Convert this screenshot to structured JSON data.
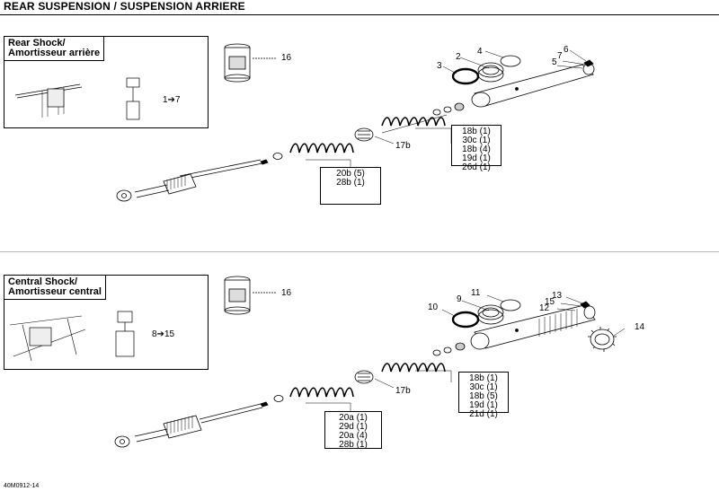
{
  "page": {
    "title": "REAR SUSPENSION / SUSPENSION ARRIERE",
    "footer_code": "40M0912-14"
  },
  "rear": {
    "inset_title_line1": "Rear Shock/",
    "inset_title_line2": "Amortisseur arrière",
    "inset_range": "1➔7",
    "part_labels": {
      "p16": "16",
      "p2": "2",
      "p3": "3",
      "p4": "4",
      "p5": "5",
      "p6": "6",
      "p7": "7",
      "p17b": "17b"
    },
    "box_a": [
      "18b (1)",
      "30c (1)",
      "18b (4)",
      "19d (1)",
      "26d (1)"
    ],
    "box_b": [
      "20b (5)",
      "28b (1)"
    ]
  },
  "central": {
    "inset_title_line1": "Central Shock/",
    "inset_title_line2": "Amortisseur central",
    "inset_range": "8➔15",
    "part_labels": {
      "p16": "16",
      "p9": "9",
      "p10": "10",
      "p11": "11",
      "p12": "12",
      "p13": "13",
      "p14": "14",
      "p15": "15",
      "p17b": "17b"
    },
    "box_a": [
      "18b (1)",
      "30c (1)",
      "18b (5)",
      "19d (1)",
      "21d (1)"
    ],
    "box_b": [
      "20a (1)",
      "29d (1)",
      "20a (4)",
      "28b (1)"
    ]
  }
}
